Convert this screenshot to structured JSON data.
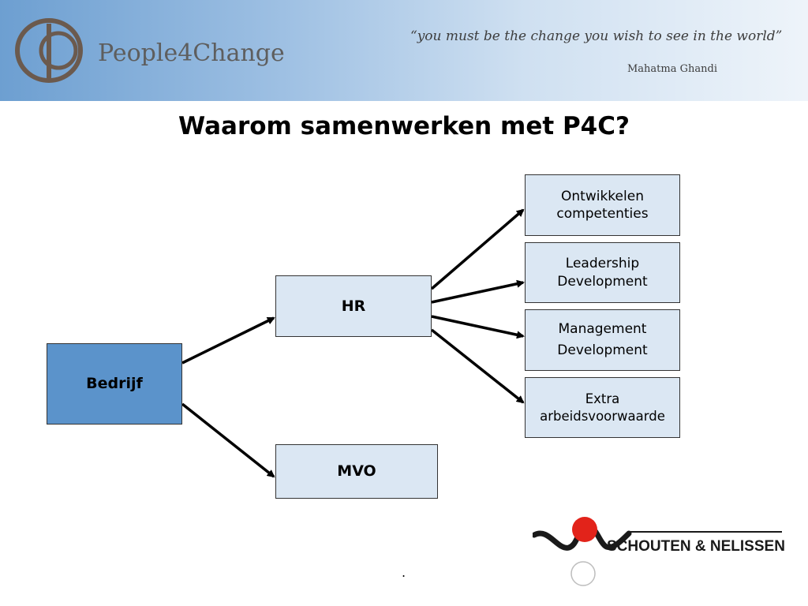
{
  "header": {
    "brand_name": "People4Change",
    "quote": "“you must be the change you wish to see in the world”",
    "quote_author": "Mahatma Ghandi"
  },
  "title": "Waarom samenwerken met P4C?",
  "diagram": {
    "nodes": {
      "bedrijf": "Bedrijf",
      "hr": "HR",
      "mvo": "MVO",
      "ontwikkelen_line1": "Ontwikkelen",
      "ontwikkelen_line2": "competenties",
      "leadership_line1": "Leadership",
      "leadership_line2": "Development",
      "management_line1": "Management",
      "management_line2": "Development",
      "extra_line1": "Extra",
      "extra_line2": "arbeidsvoorwaarde"
    },
    "edges": [
      [
        "bedrijf",
        "hr"
      ],
      [
        "bedrijf",
        "mvo"
      ],
      [
        "hr",
        "ontwikkelen"
      ],
      [
        "hr",
        "leadership"
      ],
      [
        "hr",
        "management"
      ],
      [
        "hr",
        "extra"
      ]
    ]
  },
  "footer": {
    "dot": ".",
    "partner_name": "SCHOUTEN & NELISSEN"
  },
  "colors": {
    "box_fill": "#dbe7f3",
    "bedrijf_fill": "#5b93cb",
    "partner_red": "#e2231a"
  }
}
